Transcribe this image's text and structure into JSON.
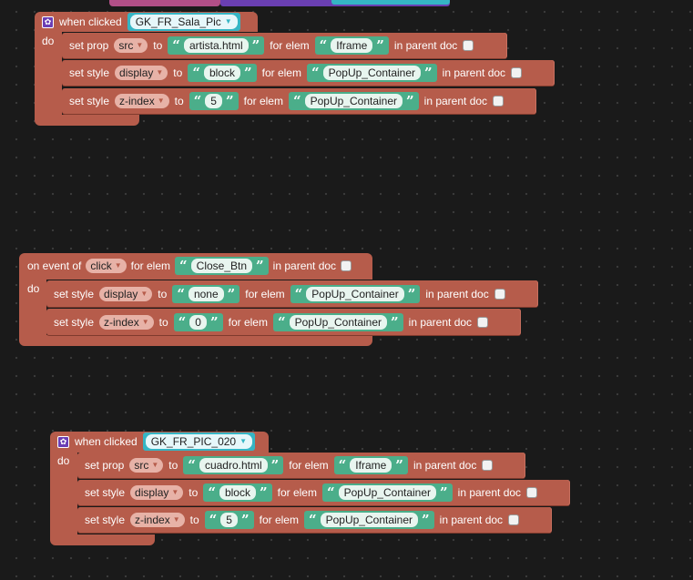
{
  "block1": {
    "event_label": "when clicked",
    "component": "GK_FR_Sala_Pic",
    "do_label": "do",
    "rows": [
      {
        "prefix": "set prop",
        "prop": "src",
        "to": "to",
        "value": "artista.html",
        "for_elem": "for elem",
        "elem": "Iframe",
        "suffix": "in parent doc"
      },
      {
        "prefix": "set style",
        "prop": "display",
        "to": "to",
        "value": "block",
        "for_elem": "for elem",
        "elem": "PopUp_Container",
        "suffix": "in parent doc"
      },
      {
        "prefix": "set style",
        "prop": "z-index",
        "to": "to",
        "value": "5",
        "for_elem": "for elem",
        "elem": "PopUp_Container",
        "suffix": "in parent doc"
      }
    ]
  },
  "block2": {
    "header_prefix": "on event of",
    "event": "click",
    "for_elem": "for elem",
    "elem": "Close_Btn",
    "suffix": "in parent doc",
    "do_label": "do",
    "rows": [
      {
        "prefix": "set style",
        "prop": "display",
        "to": "to",
        "value": "none",
        "for_elem": "for elem",
        "elem": "PopUp_Container",
        "suffix": "in parent doc"
      },
      {
        "prefix": "set style",
        "prop": "z-index",
        "to": "to",
        "value": "0",
        "for_elem": "for elem",
        "elem": "PopUp_Container",
        "suffix": "in parent doc"
      }
    ]
  },
  "block3": {
    "event_label": "when clicked",
    "component": "GK_FR_PIC_020",
    "do_label": "do",
    "rows": [
      {
        "prefix": "set prop",
        "prop": "src",
        "to": "to",
        "value": "cuadro.html",
        "for_elem": "for elem",
        "elem": "Iframe",
        "suffix": "in parent doc"
      },
      {
        "prefix": "set style",
        "prop": "display",
        "to": "to",
        "value": "block",
        "for_elem": "for elem",
        "elem": "PopUp_Container",
        "suffix": "in parent doc"
      },
      {
        "prefix": "set style",
        "prop": "z-index",
        "to": "to",
        "value": "5",
        "for_elem": "for elem",
        "elem": "PopUp_Container",
        "suffix": "in parent doc"
      }
    ]
  },
  "icons": {
    "event": "gear-icon",
    "dropdown": "triangle-down-icon",
    "quote_open": "“",
    "quote_close": "”",
    "gear_glyph": "✿",
    "arrow": "▼"
  },
  "colors": {
    "workspace": "#1a1a1a",
    "block": "#b65c4b",
    "text_block": "#4bae8a",
    "component_block": "#35b5c4",
    "event_icon": "#6b3fb5"
  }
}
